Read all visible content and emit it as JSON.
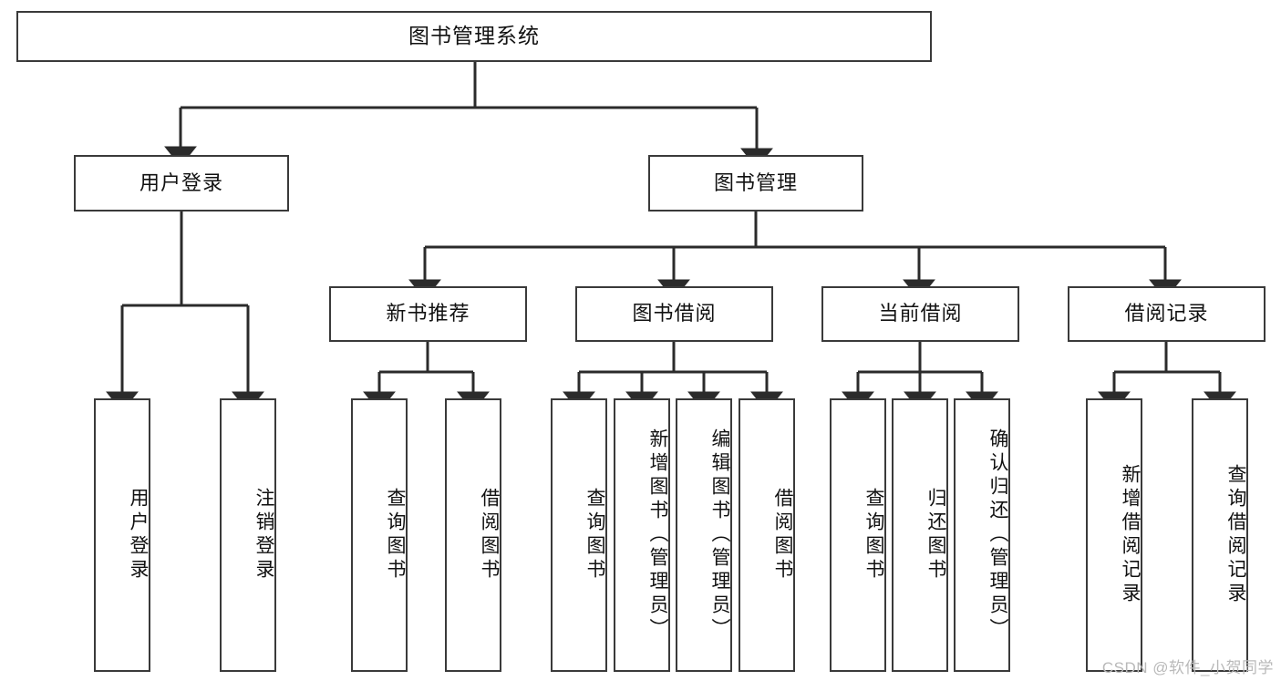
{
  "diagram": {
    "type": "tree-hierarchy-chart",
    "title_text": "图书管理系统",
    "colors": {
      "box_border": "#3a3a3a",
      "box_fill": "#ffffff",
      "edge": "#2b2b2b",
      "text": "#111111",
      "watermark": "#b9b9b9"
    },
    "levels": {
      "root": {
        "label": "图书管理系统"
      },
      "level1": [
        {
          "id": "user-login",
          "label": "用户登录"
        },
        {
          "id": "book-management",
          "label": "图书管理"
        }
      ],
      "level2": [
        {
          "id": "new-book-recommend",
          "label": "新书推荐",
          "parent": "book-management"
        },
        {
          "id": "book-borrow",
          "label": "图书借阅",
          "parent": "book-management"
        },
        {
          "id": "current-borrow",
          "label": "当前借阅",
          "parent": "book-management"
        },
        {
          "id": "borrow-record",
          "label": "借阅记录",
          "parent": "book-management"
        }
      ],
      "leaves": [
        {
          "id": "leaf-user-login",
          "label": "用户登录",
          "parent": "user-login"
        },
        {
          "id": "leaf-logout-login",
          "label": "注销登录",
          "parent": "user-login"
        },
        {
          "id": "leaf-query-book-1",
          "label": "查询图书",
          "parent": "new-book-recommend"
        },
        {
          "id": "leaf-borrow-book-1",
          "label": "借阅图书",
          "parent": "new-book-recommend"
        },
        {
          "id": "leaf-query-book-2",
          "label": "查询图书",
          "parent": "book-borrow"
        },
        {
          "id": "leaf-add-book",
          "label": "新增图书（管理员）",
          "parent": "book-borrow"
        },
        {
          "id": "leaf-edit-book",
          "label": "编辑图书（管理员）",
          "parent": "book-borrow"
        },
        {
          "id": "leaf-borrow-book-2",
          "label": "借阅图书",
          "parent": "book-borrow"
        },
        {
          "id": "leaf-query-book-3",
          "label": "查询图书",
          "parent": "current-borrow"
        },
        {
          "id": "leaf-return-book",
          "label": "归还图书",
          "parent": "current-borrow"
        },
        {
          "id": "leaf-confirm-return",
          "label": "确认归还（管理员）",
          "parent": "current-borrow"
        },
        {
          "id": "leaf-add-borrow-record",
          "label": "新增借阅记录",
          "parent": "borrow-record"
        },
        {
          "id": "leaf-query-borrow-record",
          "label": "查询借阅记录",
          "parent": "borrow-record"
        }
      ]
    },
    "watermark": "CSDN @软件_小贺同学"
  }
}
